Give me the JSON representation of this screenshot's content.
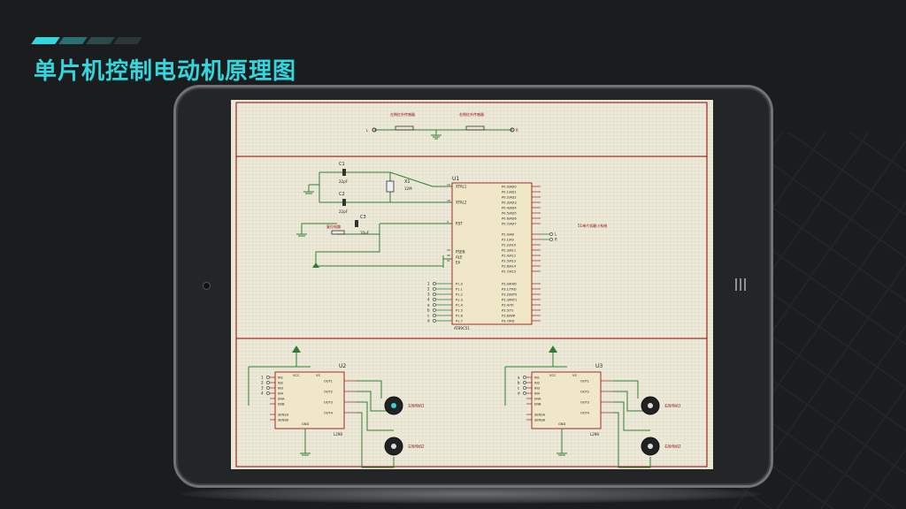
{
  "title": "单片机控制电动机原理图",
  "colors": {
    "accent": "#33d6dc",
    "deco": [
      "#33d6dc",
      "#2a6f73",
      "#2a4a4c",
      "#2d3638"
    ],
    "wire": "#2e7d32",
    "part": "#8b0000",
    "paper": "#ece9d9"
  },
  "schematic": {
    "top": {
      "btn1": "左侧红外传感器",
      "btn2": "右侧红外传感器",
      "left": "L",
      "right": "R"
    },
    "osc": {
      "c1": "C1",
      "c1v": "22pF",
      "c2": "C2",
      "c2v": "22pF",
      "x1": "X1",
      "x1v": "12M",
      "c3": "C3",
      "c3v": "10uF",
      "reset": "复位电路"
    },
    "mcu": {
      "ref": "U1",
      "part": "AT89C51",
      "annotation": "51单片机最小系统",
      "left_pins": [
        "XTAL1",
        "XTAL2",
        "RST",
        "PSEN",
        "ALE",
        "EA"
      ],
      "left_nums": [
        "19",
        "18",
        "9",
        "29",
        "30",
        "31"
      ],
      "p0": [
        "P0.0/AD0",
        "P0.1/AD1",
        "P0.2/AD2",
        "P0.3/AD3",
        "P0.4/AD4",
        "P0.5/AD5",
        "P0.6/AD6",
        "P0.7/AD7"
      ],
      "p2": [
        "P2.0/A8",
        "P2.1/A9",
        "P2.2/A10",
        "P2.3/A11",
        "P2.4/A12",
        "P2.5/A13",
        "P2.6/A14",
        "P2.7/A15"
      ],
      "p1": [
        "P1.0",
        "P1.1",
        "P1.2",
        "P1.3",
        "P1.4",
        "P1.5",
        "P1.6",
        "P1.7"
      ],
      "p3": [
        "P3.0/RXD",
        "P3.1/TXD",
        "P3.2/INT0",
        "P3.3/INT1",
        "P3.4/T0",
        "P3.5/T1",
        "P3.6/WR",
        "P3.7/RD"
      ],
      "p1_labels": [
        "1",
        "2",
        "3",
        "4",
        "a",
        "b",
        "c",
        "d"
      ],
      "p2_labels": [
        "L",
        "R"
      ]
    },
    "drivers": [
      {
        "ref": "U2",
        "part": "L298",
        "inputs": [
          "1",
          "2",
          "3",
          "4"
        ],
        "motor1": "左轮电机1",
        "motor2": "左轮电机2"
      },
      {
        "ref": "U3",
        "part": "L298",
        "inputs": [
          "a",
          "b",
          "c",
          "d"
        ],
        "motor1": "右轮电机1",
        "motor2": "右轮电机2"
      }
    ],
    "l298_left": [
      "IN1",
      "IN2",
      "IN3",
      "IN4",
      "ENA",
      "ENB",
      "SENSA",
      "SENSB"
    ],
    "l298_right": [
      "OUT1",
      "OUT2",
      "OUT3",
      "OUT4"
    ],
    "l298_top": [
      "VCC",
      "VS"
    ],
    "l298_gnd": "GND"
  }
}
